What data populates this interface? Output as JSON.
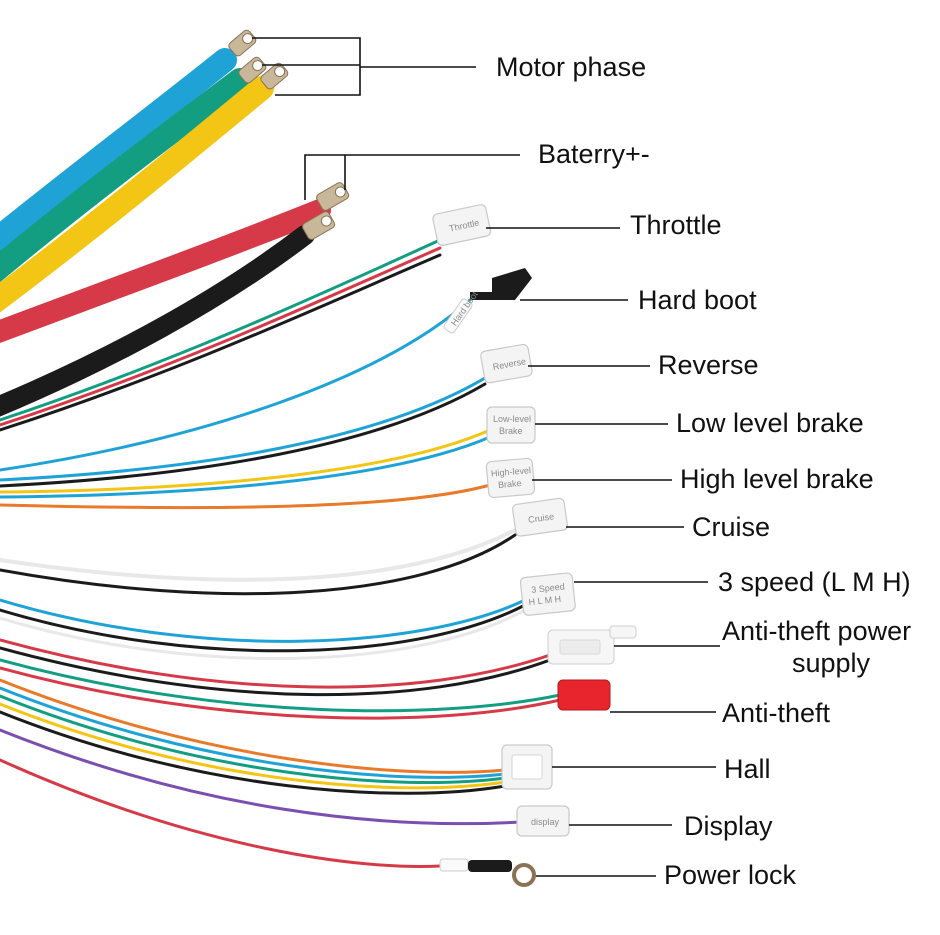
{
  "labels": {
    "motor_phase": "Motor phase",
    "battery": "Baterry+-",
    "throttle": "Throttle",
    "hard_boot": "Hard boot",
    "reverse": "Reverse",
    "low_level_brake": "Low level brake",
    "high_level_brake": "High level brake",
    "cruise": "Cruise",
    "three_speed": "3 speed (L M H)",
    "anti_theft_power_line1": "Anti-theft power",
    "anti_theft_power_line2": "supply",
    "anti_theft": "Anti-theft",
    "hall": "Hall",
    "display": "Display",
    "power_lock": "Power lock"
  },
  "connector_text": {
    "throttle": "Throttle",
    "reverse": "Reverse",
    "low_brake_1": "Low-level",
    "low_brake_2": "Brake",
    "high_brake_1": "High-level",
    "high_brake_2": "Brake",
    "cruise": "Cruise",
    "speed_1": "3 Speed",
    "speed_2": "H L M H",
    "display": "display",
    "hard_boot_tag": "Hard boot"
  },
  "colors": {
    "blue": "#1fa3d6",
    "green": "#139e82",
    "yellow": "#f3c515",
    "red": "#d63a48",
    "black": "#1b1b1b",
    "orange": "#e87a2a",
    "purple": "#7a4fb0",
    "white": "#e8e8e8",
    "connector_red": "#e8242c"
  }
}
